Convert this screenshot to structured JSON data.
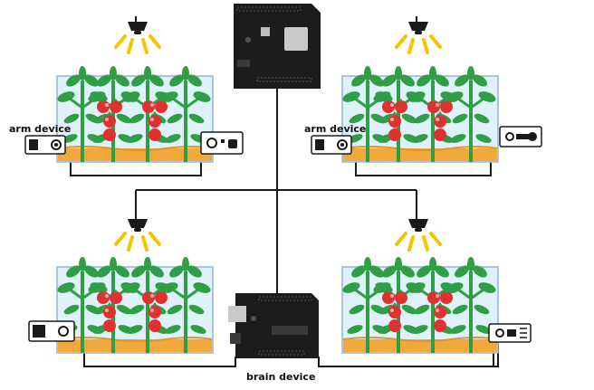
{
  "labels": {
    "arm_device_left": "arm device",
    "arm_device_right": "arm device",
    "brain_device": "brain device"
  },
  "colors": {
    "background": "#ffffff",
    "sky": "#dff1fa",
    "frame": "#8fb6d6",
    "soil": "#f2a93b",
    "leaf": "#2f9e44",
    "tomato": "#e03131",
    "light_beam": "#f5c400",
    "board": "#1c1c1c",
    "wire": "#1a1a1a"
  },
  "icons": {
    "grow_light": "pendant-lamp-icon",
    "board": "microcontroller-board-icon",
    "sensor": "sensor-module-icon"
  }
}
